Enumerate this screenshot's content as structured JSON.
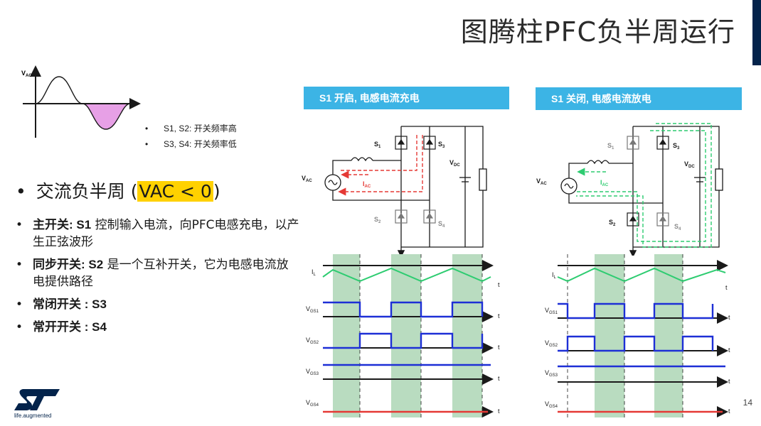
{
  "title": "图腾柱PFC负半周运行",
  "waveform": {
    "label_v": "V",
    "label_sub": "AC"
  },
  "small_bullets": [
    "S1, S2: 开关频率高",
    "S3, S4: 开关频率低"
  ],
  "main_bullet": {
    "text": "交流负半周 (",
    "highlight": "VAC < 0",
    "end": ")"
  },
  "bullets": [
    {
      "bold": "主开关: S1",
      "text": " 控制输入电流，向PFC电感充电，以产生正弦波形"
    },
    {
      "bold": "同步开关: S2",
      "text": " 是一个互补开关，它为电感电流放电提供路径"
    },
    {
      "bold": "常闭开关  : S3",
      "text": ""
    },
    {
      "bold": "常开开关  : S4",
      "text": ""
    }
  ],
  "panels": {
    "left_header": "S1 开启, 电感电流充电",
    "right_header": "S1 关闭, 电感电流放电"
  },
  "circuit": {
    "s1": "S",
    "s1_sub": "1",
    "s2": "S",
    "s2_sub": "2",
    "s3": "S",
    "s3_sub": "3",
    "s4": "S",
    "s4_sub": "4",
    "vac": "V",
    "vac_sub": "AC",
    "vdc": "V",
    "vdc_sub": "DC",
    "iac": "I",
    "iac_sub": "AC"
  },
  "timing": {
    "il": "I",
    "il_sub": "L",
    "vgs1": "V",
    "vgs1_sub": "GS1",
    "vgs2": "V",
    "vgs2_sub": "GS2",
    "vgs3": "V",
    "vgs3_sub": "GS3",
    "vgs4": "V",
    "vgs4_sub": "GS4",
    "t": "t"
  },
  "colors": {
    "accent": "#3cb4e5",
    "dark": "#03234b",
    "highlight": "#ffd100",
    "red": "#e53935",
    "green": "#2ecc71",
    "blue": "#1d2fd6",
    "band": "#b9dcc0"
  },
  "page_number": "14",
  "logo": {
    "mark": "ST",
    "tagline": "life.augmented"
  }
}
